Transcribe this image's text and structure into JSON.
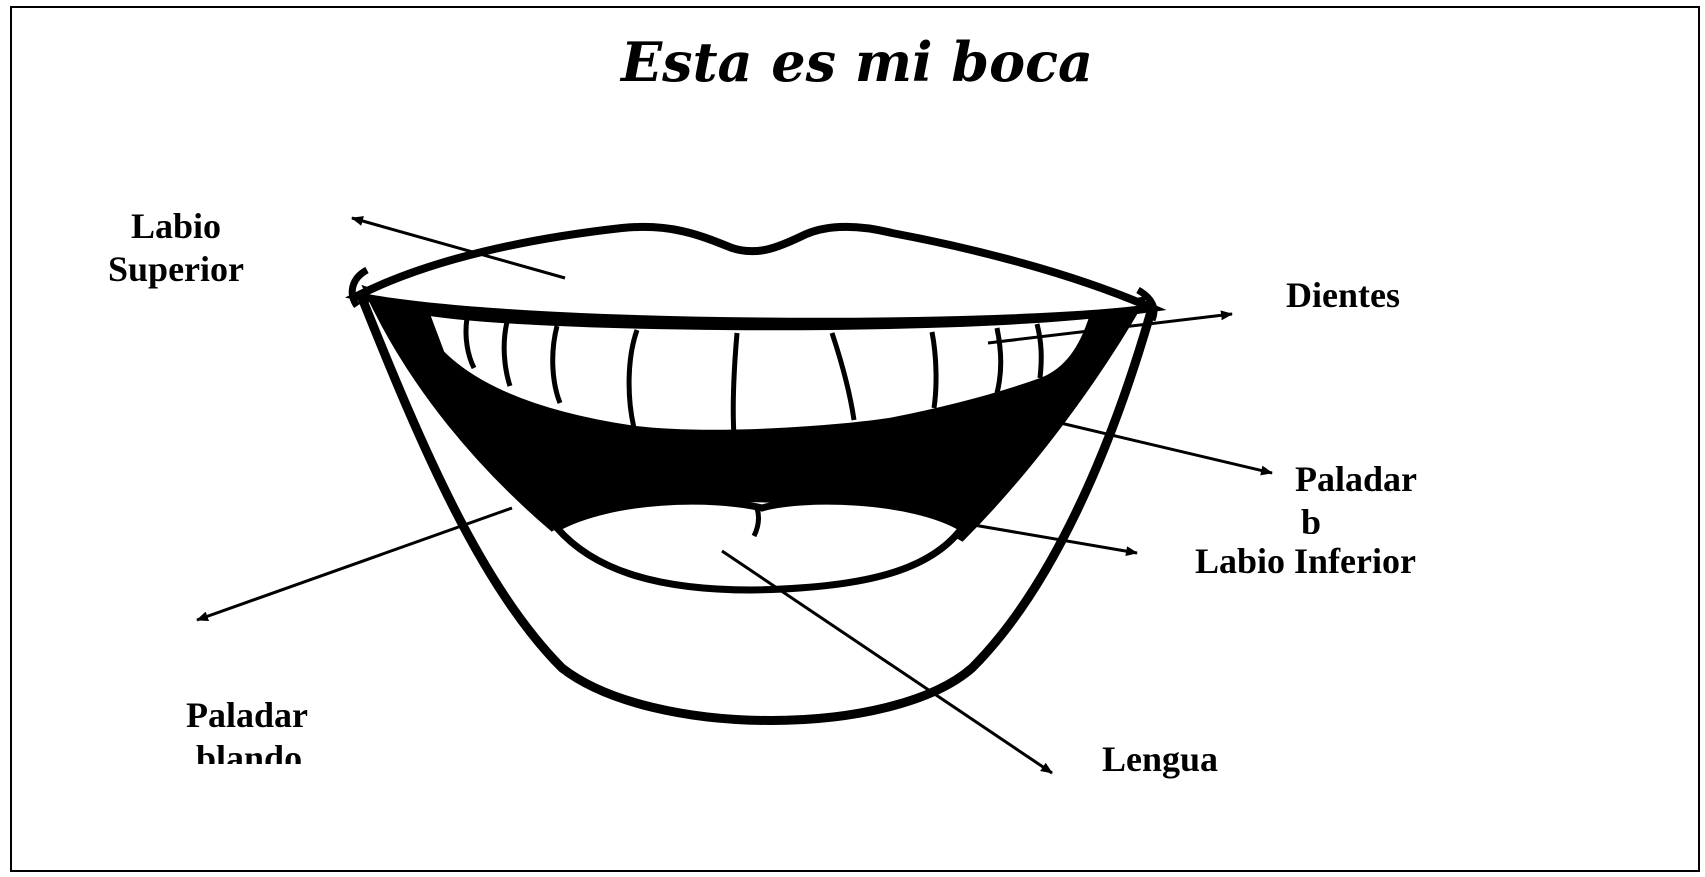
{
  "title": "Esta es mi boca",
  "labels": {
    "labio_superior_line1": "Labio",
    "labio_superior_line2": "Superior",
    "dientes": "Dientes",
    "paladar_1": "Paladar",
    "paladar_1_cut": "b",
    "labio_inferior": "Labio Inferior",
    "paladar_2": "Paladar",
    "paladar_2_cut": "blando",
    "lengua": "Lengua"
  },
  "colors": {
    "ink": "#000000",
    "background": "#ffffff"
  }
}
